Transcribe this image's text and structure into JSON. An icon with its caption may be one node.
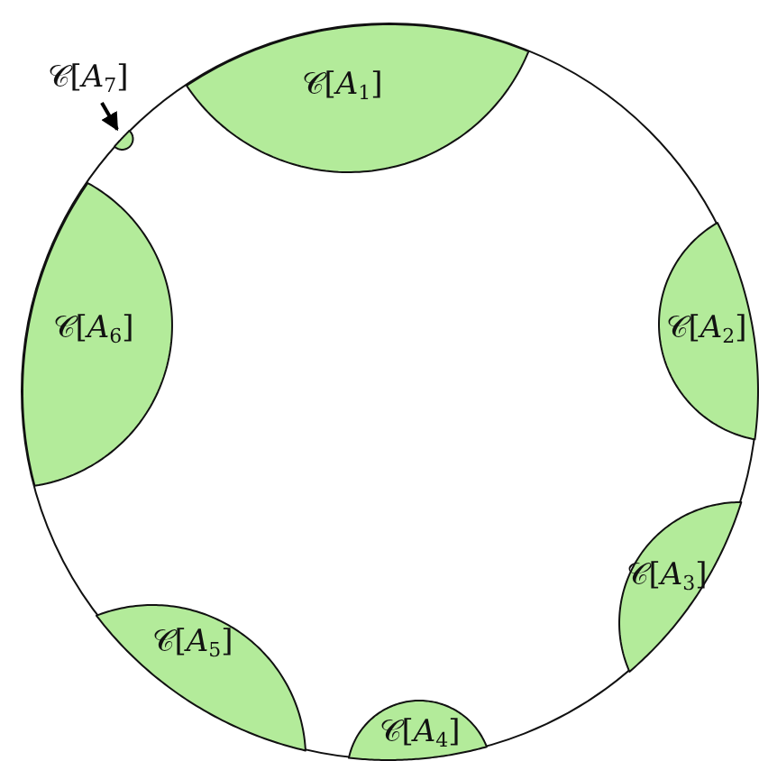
{
  "diagram": {
    "nodes": [
      {
        "text": [],
        "shape": "circle"
      },
      {
        "text": [
          "𝒞[*A*$_{1}$]"
        ],
        "in": 0
      },
      {
        "text": [
          "𝒞[*A*$_{2}$]"
        ],
        "in": 0
      },
      {
        "text": [
          "𝒞[*A*$_{3}$]"
        ],
        "in": 0
      },
      {
        "text": [
          "𝒞[*A*$_{4}$]"
        ],
        "in": 0
      },
      {
        "text": [
          "𝒞[*A*$_{5}$]"
        ],
        "in": 0
      },
      {
        "text": [
          "𝒞[*A*$_{6}$]"
        ],
        "in": 0
      },
      {
        "text": [
          "𝒞[*A*$_{7}$]"
        ]
      },
      {
        "text": [],
        "shape": "circle",
        "in": 0
      }
    ],
    "edges": [
      {
        "from": 7,
        "to": 8,
        "arrow": "to"
      }
    ]
  }
}
